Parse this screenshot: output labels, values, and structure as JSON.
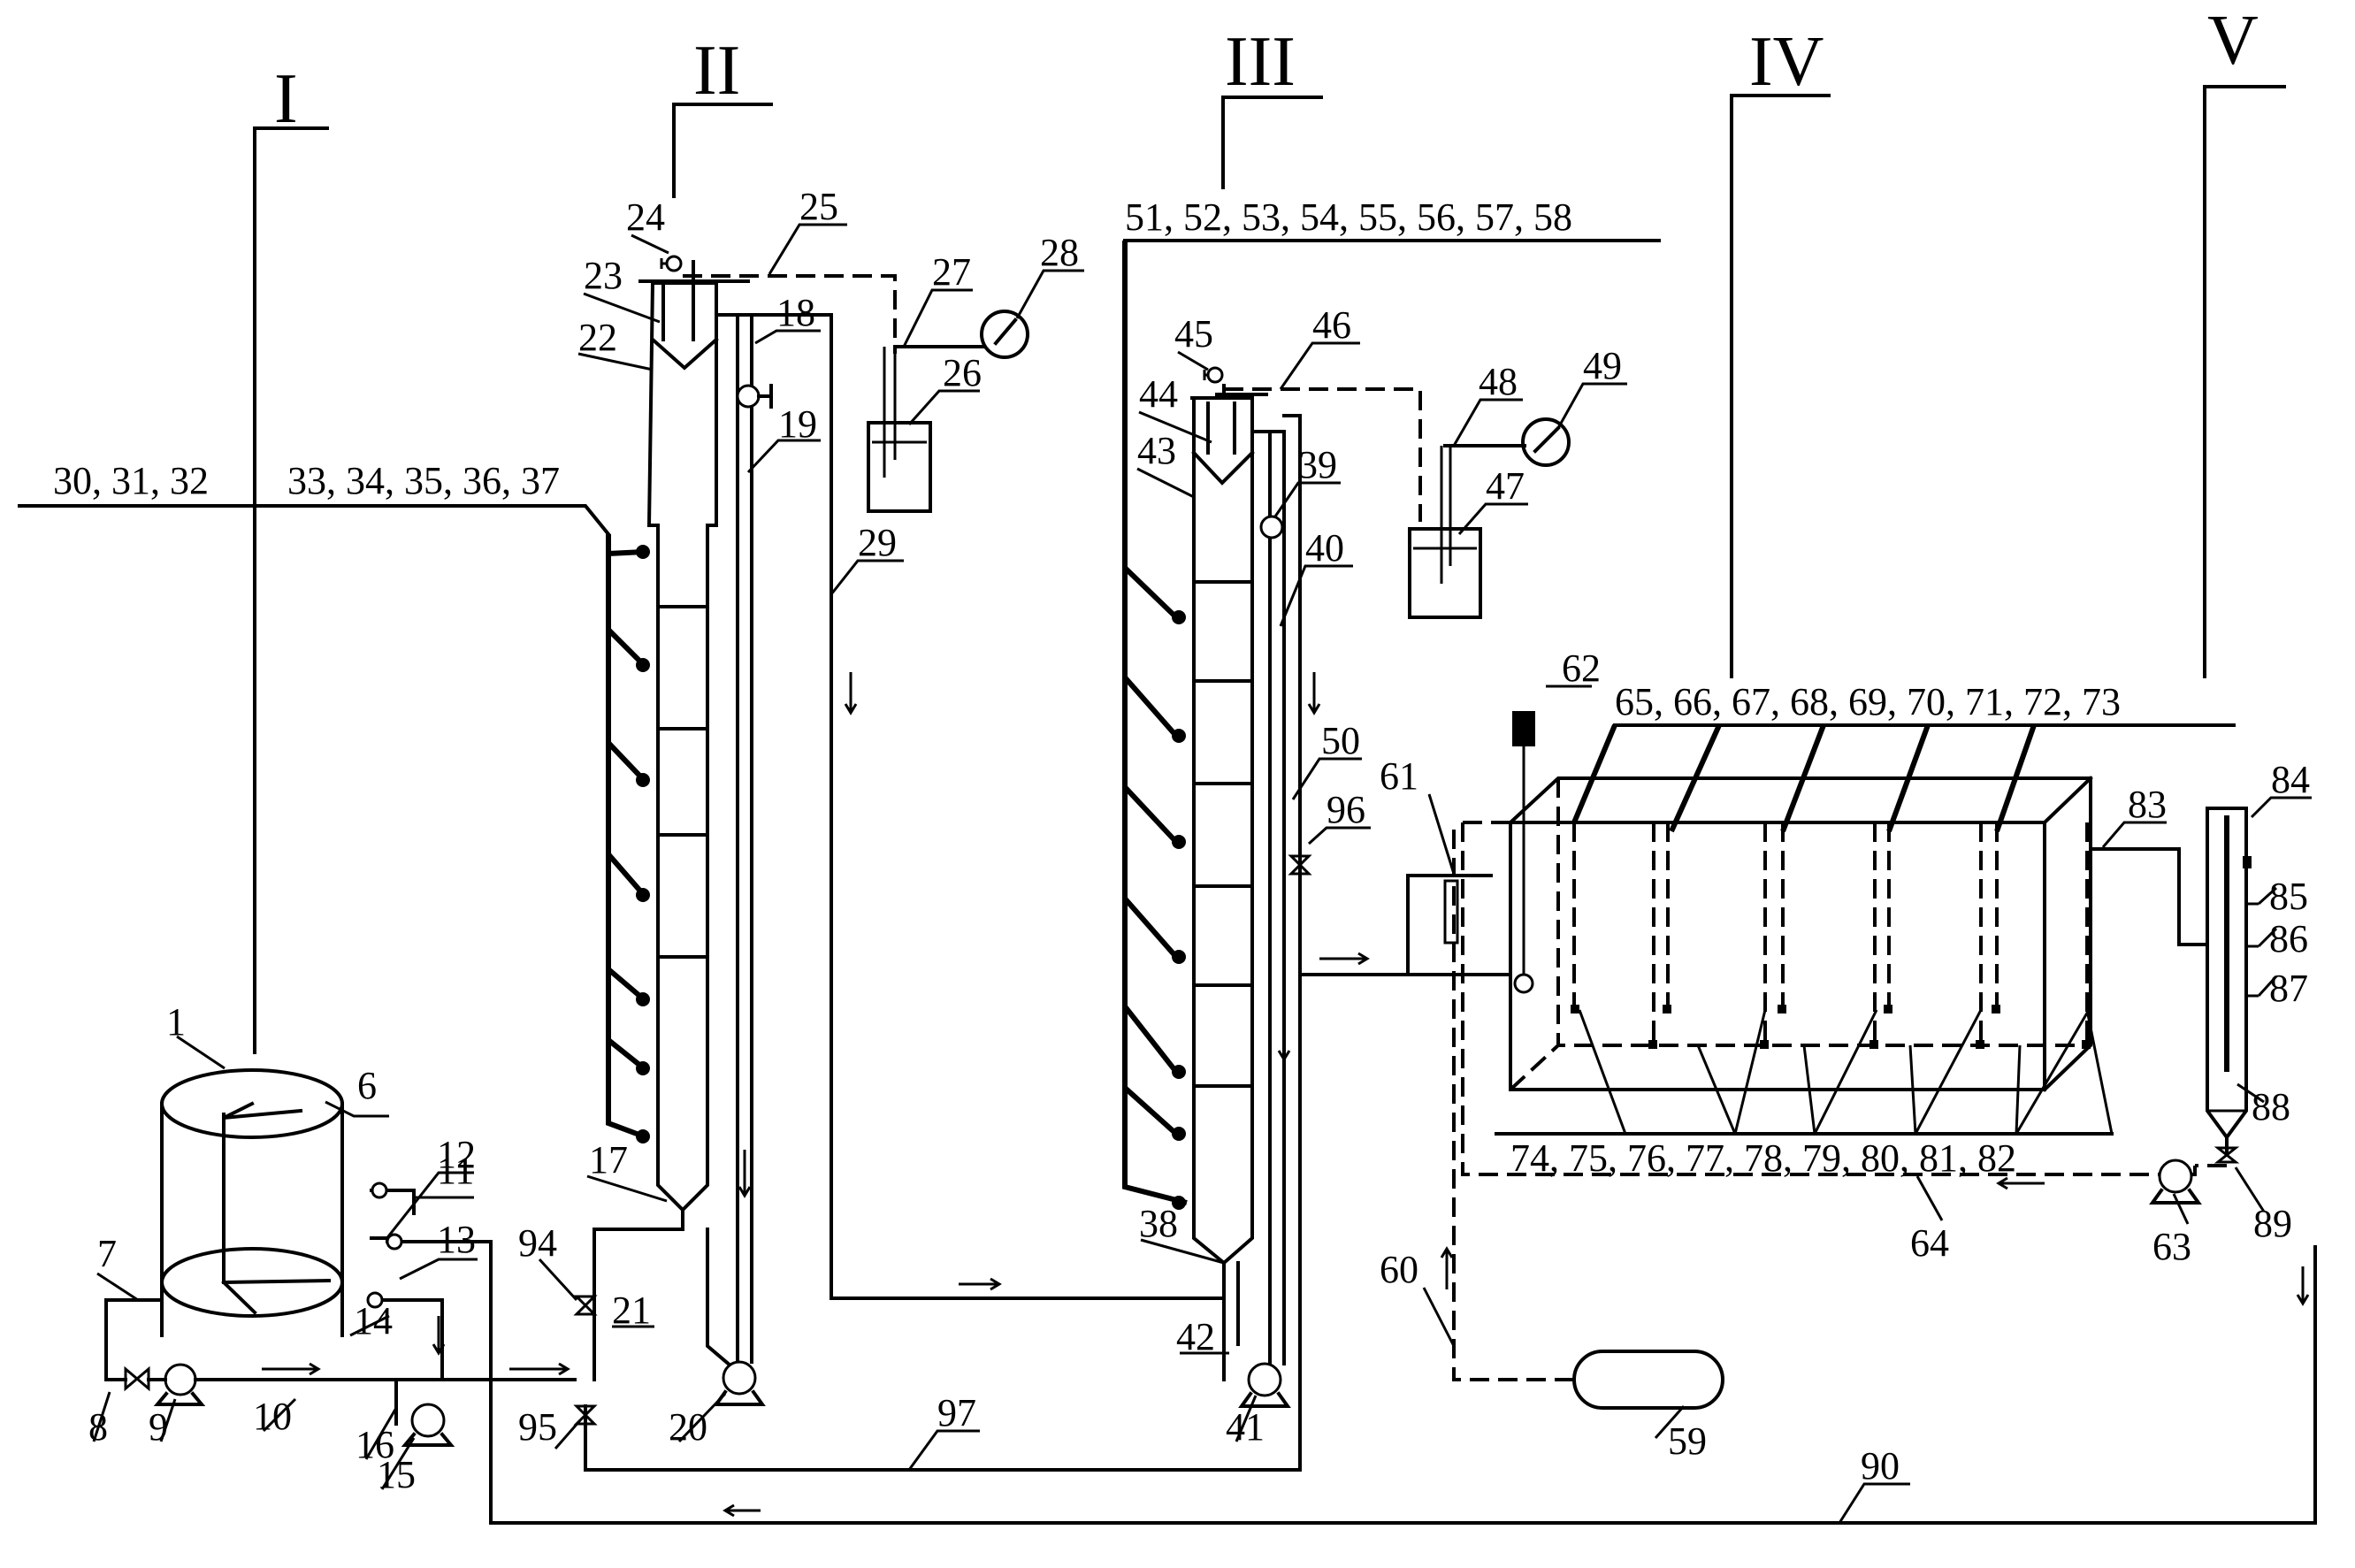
{
  "sections": [
    "I",
    "II",
    "III",
    "IV",
    "V"
  ],
  "groups": {
    "g1": "30, 31, 32",
    "g2": "33, 34, 35, 36, 37",
    "g3": "51, 52, 53, 54, 55, 56, 57, 58",
    "g4": "65, 66, 67, 68, 69, 70, 71, 72, 73",
    "g5": "74, 75, 76, 77, 78, 79, 80, 81, 82"
  },
  "labels": {
    "n1": "1",
    "n6": "6",
    "n7": "7",
    "n8": "8",
    "n9": "9",
    "n10": "10",
    "n11": "11",
    "n12": "12",
    "n13": "13",
    "n14": "14",
    "n15": "15",
    "n16": "16",
    "n17": "17",
    "n18": "18",
    "n19": "19",
    "n20": "20",
    "n21": "21",
    "n22": "22",
    "n23": "23",
    "n24": "24",
    "n25": "25",
    "n26": "26",
    "n27": "27",
    "n28": "28",
    "n29": "29",
    "n38": "38",
    "n39": "39",
    "n40": "40",
    "n41": "41",
    "n42": "42",
    "n43": "43",
    "n44": "44",
    "n45": "45",
    "n46": "46",
    "n47": "47",
    "n48": "48",
    "n49": "49",
    "n50": "50",
    "n59": "59",
    "n60": "60",
    "n61": "61",
    "n62": "62",
    "n63": "63",
    "n64": "64",
    "n83": "83",
    "n84": "84",
    "n85": "85",
    "n86": "86",
    "n87": "87",
    "n88": "88",
    "n89": "89",
    "n90": "90",
    "n94": "94",
    "n95": "95",
    "n96": "96",
    "n97": "97"
  }
}
